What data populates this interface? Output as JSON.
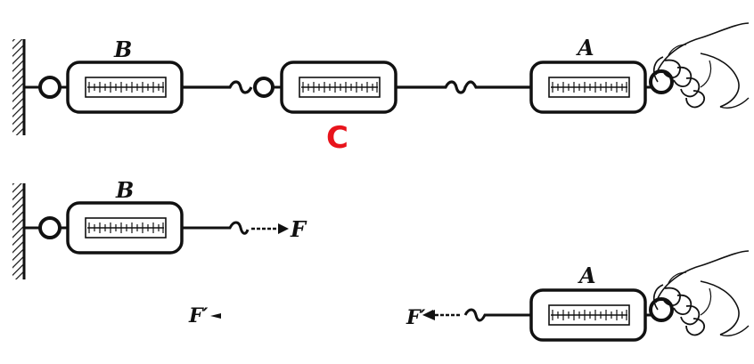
{
  "figure": {
    "labels": {
      "scale_b_top": "B",
      "scale_a_top": "A",
      "scale_c": "C",
      "scale_b_bottom": "B",
      "scale_a_bottom": "A",
      "force_f": "F",
      "force_f_prime_left": "F′",
      "force_f_prime_right": "F′"
    },
    "colors": {
      "ink": "#111111",
      "label_c": "#e8141c",
      "background": "#ffffff"
    },
    "icons": [
      "wall-hatch-icon",
      "spring-scale-icon",
      "hand-icon",
      "force-arrow-icon"
    ]
  }
}
